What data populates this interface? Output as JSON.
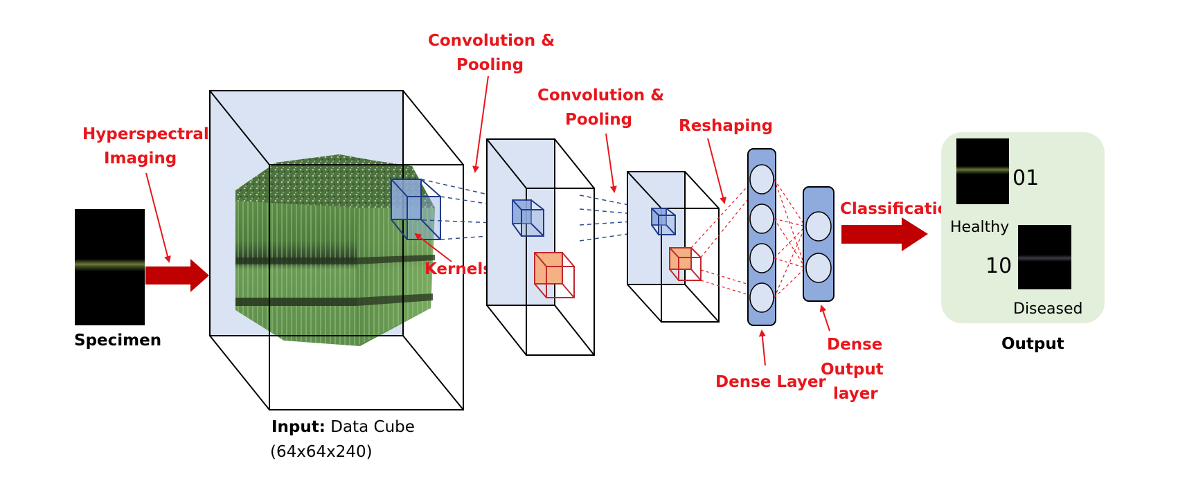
{
  "labels": {
    "hyperspectral_1": "Hyperspectral",
    "hyperspectral_2": "Imaging",
    "specimen": "Specimen",
    "conv1_1": "Convolution &",
    "conv1_2": "Pooling",
    "conv2_1": "Convolution &",
    "conv2_2": "Pooling",
    "reshaping": "Reshaping",
    "kernels": "Kernels",
    "input_bold": "Input:",
    "input_text": " Data Cube",
    "input_dims": "(64x64x240)",
    "dense_layer": "Dense Layer",
    "dense_out_1": "Dense",
    "dense_out_2": "Output",
    "dense_out_3": "layer",
    "classification": "Classification",
    "output": "Output"
  },
  "output_panel": {
    "healthy_code": "01",
    "healthy_label": "Healthy",
    "diseased_code": "10",
    "diseased_label": "Diseased"
  },
  "colors": {
    "label_red": "#e8161b",
    "arrow_dark_red": "#c00000",
    "volume_fill": "#dae3f3",
    "kernel_blue": "#1f3a8a",
    "kernel_orange": "#f4b183",
    "dense_fill": "#8faadc",
    "output_panel": "#e2efda",
    "cube_green": "#5f8a4a"
  }
}
